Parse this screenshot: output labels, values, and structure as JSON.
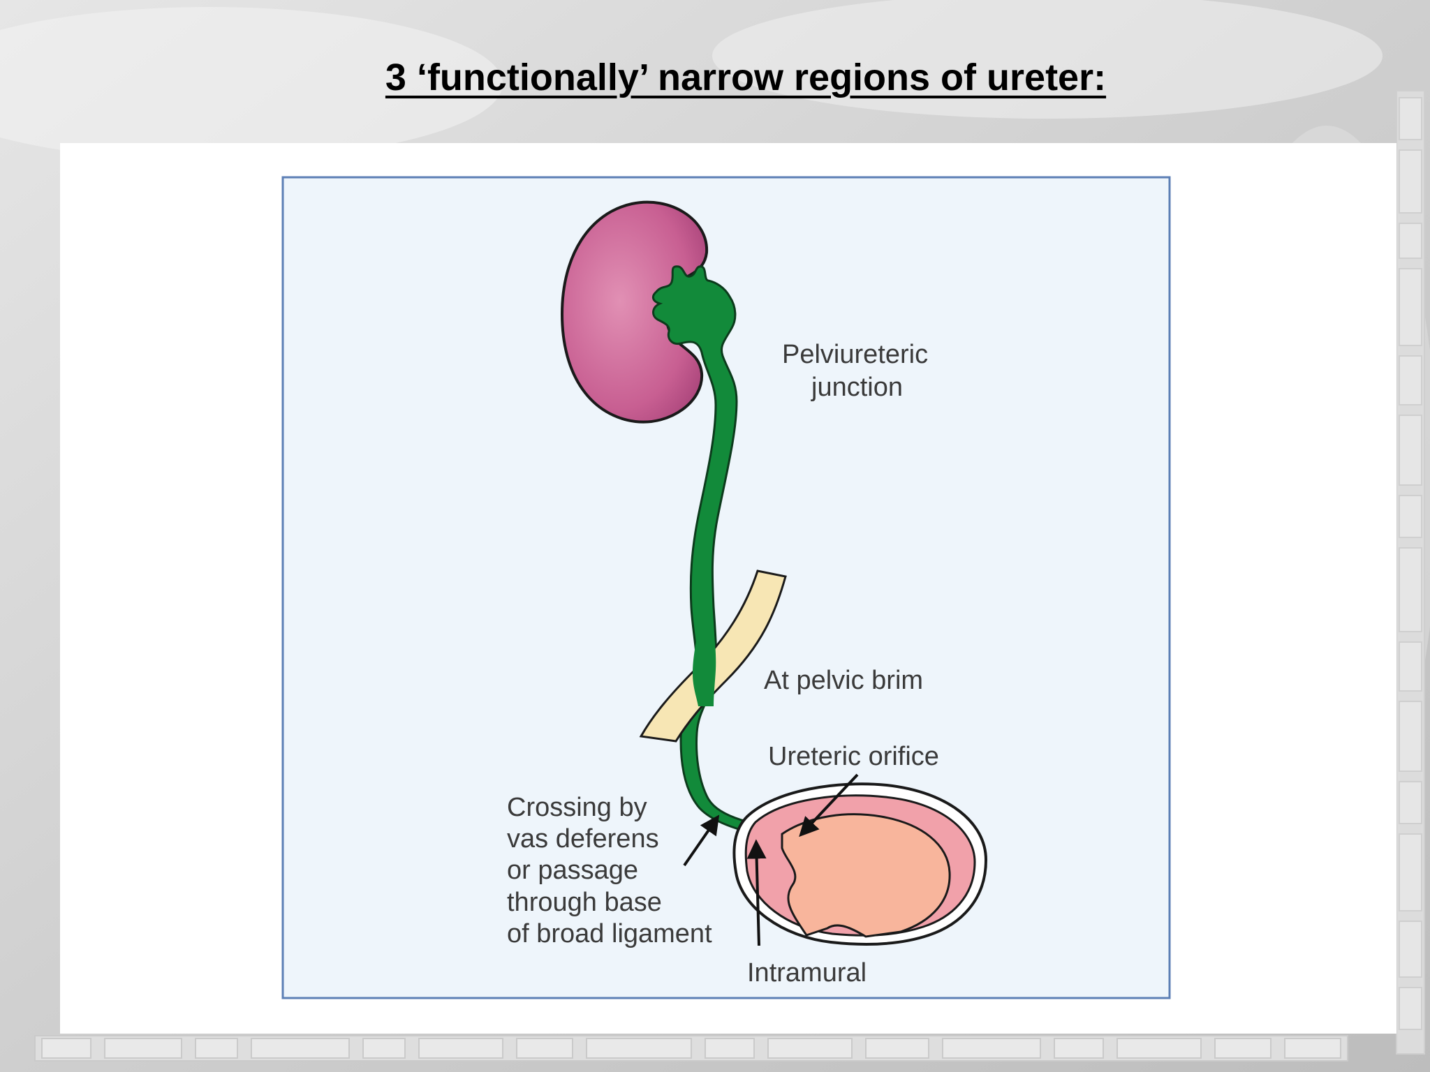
{
  "slide": {
    "title": "3 ‘functionally’ narrow regions of ureter:"
  },
  "diagram": {
    "labels": {
      "pelviureteric_line1": "Pelviureteric",
      "pelviureteric_line2": "junction",
      "pelvic_brim": "At pelvic brim",
      "ureteric_orifice": "Ureteric orifice",
      "crossing_line1": "Crossing by",
      "crossing_line2": "vas deferens",
      "crossing_line3": "or passage",
      "crossing_line4": "through base",
      "crossing_line5": "of broad ligament",
      "intramural": "Intramural"
    },
    "colors": {
      "kidney": "#c45b8e",
      "ureter": "#128a3a",
      "vessel": "#f7e6b4",
      "bladder_wall": "#f1a1aa",
      "bladder_lumen": "#f8b59c",
      "panel_bg": "#eef5fb",
      "panel_border": "#5c7fb5"
    }
  }
}
